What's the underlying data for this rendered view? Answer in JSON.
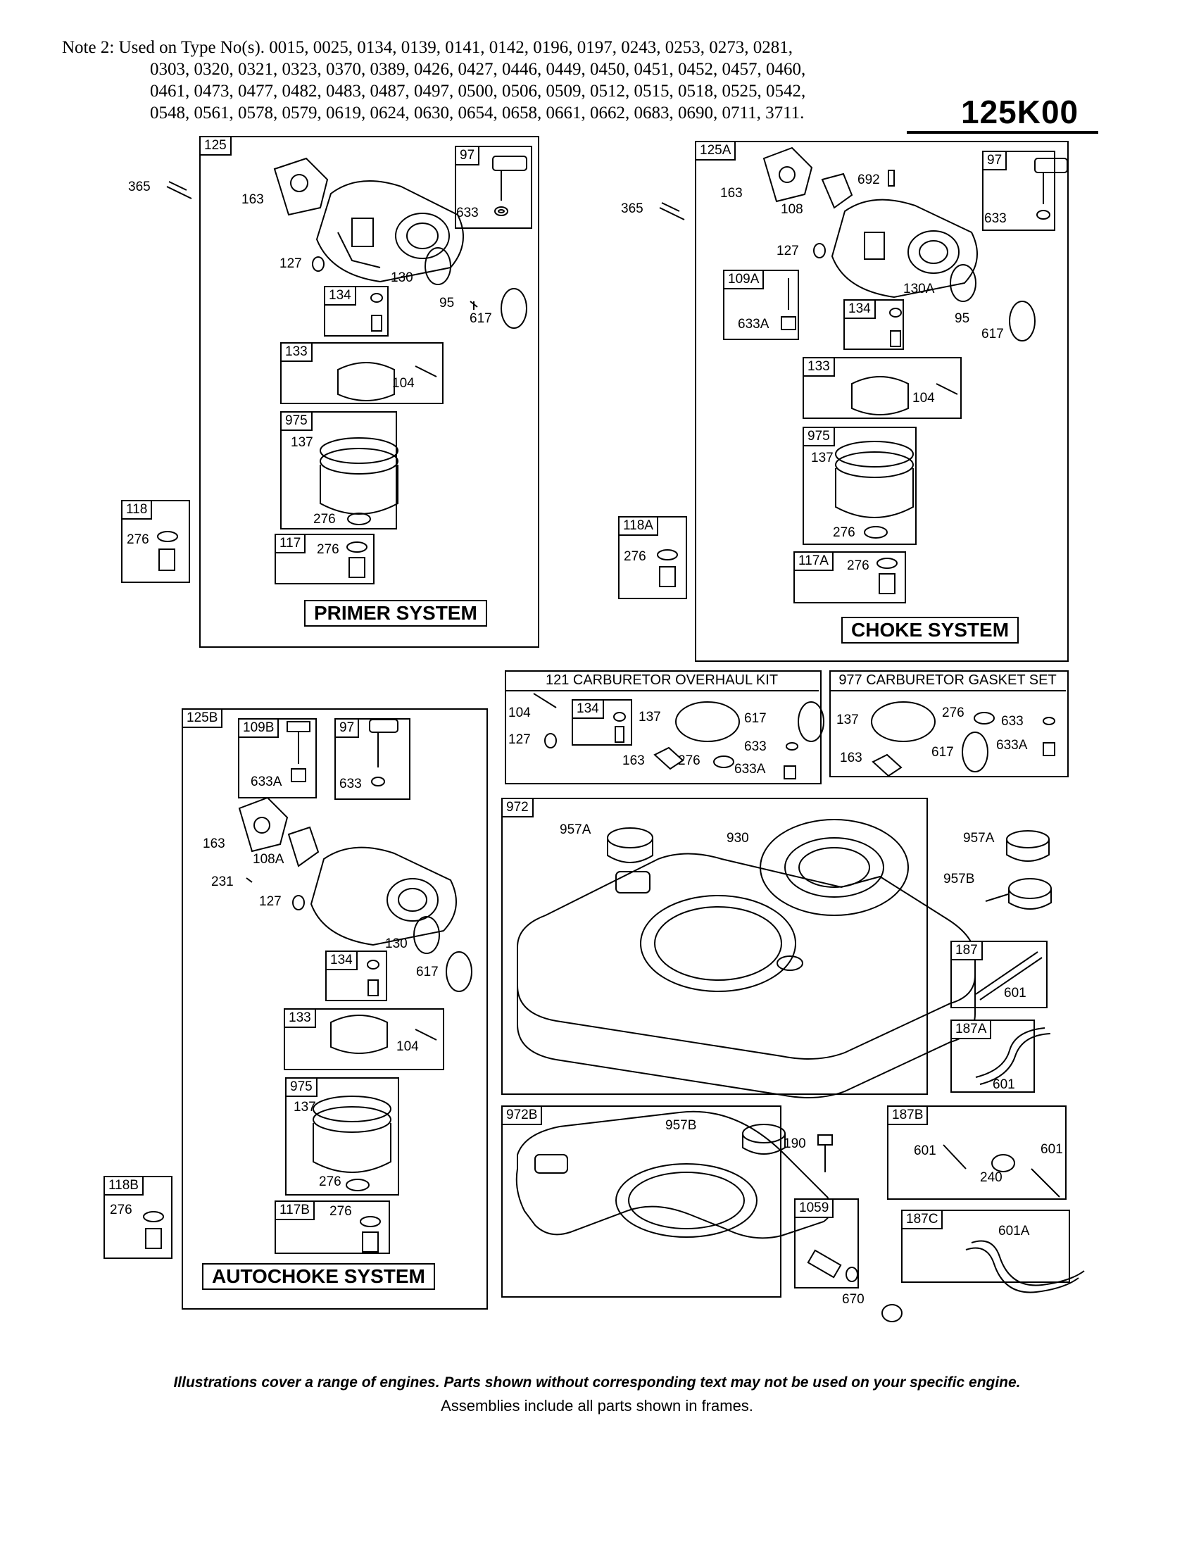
{
  "header": {
    "note_lines": [
      "Note 2: Used on Type No(s). 0015, 0025, 0134, 0139, 0141, 0142, 0196, 0197, 0243, 0253, 0273, 0281,",
      "0303, 0320, 0321, 0323, 0370, 0389, 0426, 0427, 0446, 0449, 0450, 0451, 0452, 0457, 0460,",
      "0461, 0473, 0477, 0482, 0483, 0487, 0497, 0500, 0506, 0509, 0512, 0515, 0518, 0525, 0542,",
      "0548, 0561, 0578, 0579, 0619, 0624, 0630, 0654, 0658, 0661, 0662, 0683, 0690, 0711, 3711."
    ],
    "diagram_code": "125K00"
  },
  "systems": {
    "primer": "PRIMER SYSTEM",
    "choke": "CHOKE SYSTEM",
    "autochoke": "AUTOCHOKE SYSTEM"
  },
  "kits": {
    "overhaul": "121 CARBURETOR OVERHAUL KIT",
    "gasket": "977 CARBURETOR GASKET SET"
  },
  "footer": {
    "line1": "Illustrations cover a range of engines. Parts shown without corresponding text may not be used on your specific engine.",
    "line2": "Assemblies include all parts shown in frames."
  },
  "tags": {
    "t125": "125",
    "t97a": "97",
    "t134a": "134",
    "t133a": "133",
    "t975a": "975",
    "t118": "118",
    "t117": "117",
    "t125A": "125A",
    "t97b": "97",
    "t109A": "109A",
    "t134b": "134",
    "t133b": "133",
    "t975b": "975",
    "t118A": "118A",
    "t117A": "117A",
    "t125B": "125B",
    "t109B": "109B",
    "t97c": "97",
    "t134c": "134",
    "t133c": "133",
    "t975c": "975",
    "t118B": "118B",
    "t117B": "117B",
    "t134k": "134",
    "t972": "972",
    "t972B": "972B",
    "t187": "187",
    "t187A": "187A",
    "t187B": "187B",
    "t187C": "187C",
    "t1059": "1059"
  },
  "labels": {
    "p365a": "365",
    "p163a": "163",
    "p633a": "633",
    "p127a": "127",
    "p130a": "130",
    "p95a": "95",
    "p617a": "617",
    "p104a": "104",
    "p137a": "137",
    "p276a": "276",
    "p276b": "276",
    "p276c": "276",
    "p365b": "365",
    "p163b": "163",
    "p108": "108",
    "p692": "692",
    "p633b": "633",
    "p127b": "127",
    "p633Ab": "633A",
    "p130A": "130A",
    "p95b": "95",
    "p617b": "617",
    "p104b": "104",
    "p137b": "137",
    "p276d": "276",
    "p276e": "276",
    "p276f": "276",
    "p633Ac": "633A",
    "p633c": "633",
    "p163c": "163",
    "p108A": "108A",
    "p231": "231",
    "p127c": "127",
    "p130c": "130",
    "p617c": "617",
    "p104c": "104",
    "p137c": "137",
    "p276g": "276",
    "p276h": "276",
    "p276i": "276",
    "k104": "104",
    "k127": "127",
    "k137": "137",
    "k617": "617",
    "k633": "633",
    "k163": "163",
    "k276": "276",
    "k633A": "633A",
    "g137": "137",
    "g276": "276",
    "g633": "633",
    "g163": "163",
    "g617": "617",
    "g633A": "633A",
    "p957Aa": "957A",
    "p930": "930",
    "p957Ab": "957A",
    "p957Ba": "957B",
    "p601a": "601",
    "p601b": "601",
    "p957Bb": "957B",
    "p190": "190",
    "p601c": "601",
    "p601d": "601",
    "p240": "240",
    "p601A": "601A",
    "p670": "670"
  }
}
